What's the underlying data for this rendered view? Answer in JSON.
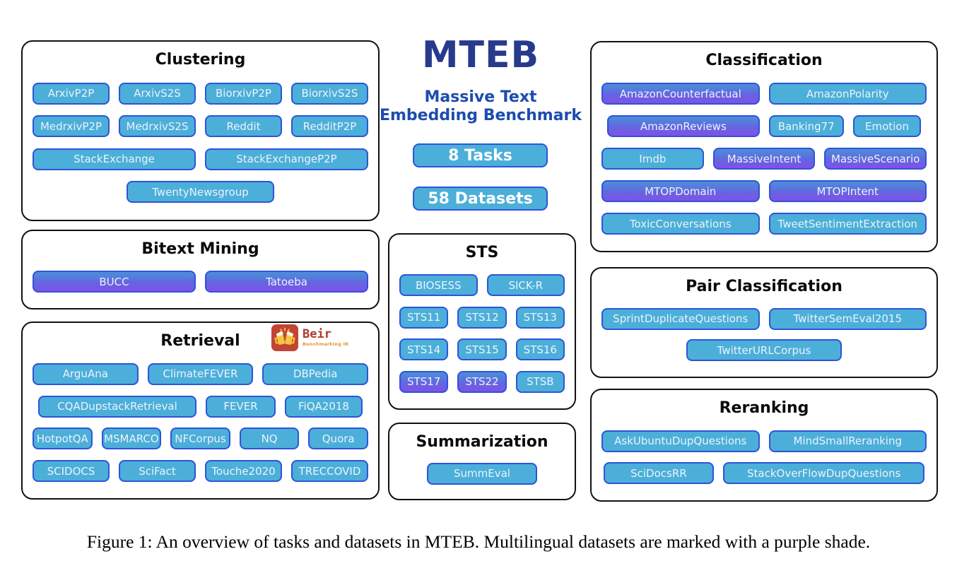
{
  "header": {
    "title": "MTEB",
    "subtitle_line1": "Massive Text",
    "subtitle_line2": "Embedding Benchmark",
    "stats": [
      {
        "label": "8 Tasks"
      },
      {
        "label": "58 Datasets"
      }
    ]
  },
  "colors": {
    "pill_blue": "#4BAFD9",
    "pill_border": "#2E54D8",
    "multilingual_gradient_top": "#4B8FD9",
    "multilingual_gradient_bottom": "#8250E8",
    "title_navy": "#283A8C",
    "subtitle_blue": "#1C4CAE",
    "box_border": "#111111",
    "beir_red": "#C24434",
    "beir_orange": "#E8923A"
  },
  "beir_logo": {
    "name": "Beir",
    "subtext": "Benchmarking IR"
  },
  "categories": [
    {
      "id": "clustering",
      "title": "Clustering",
      "rows": [
        [
          {
            "label": "ArxivP2P"
          },
          {
            "label": "ArxivS2S"
          },
          {
            "label": "BiorxivP2P"
          },
          {
            "label": "BiorxivS2S"
          }
        ],
        [
          {
            "label": "MedrxivP2P"
          },
          {
            "label": "MedrxivS2S"
          },
          {
            "label": "Reddit"
          },
          {
            "label": "RedditP2P"
          }
        ],
        [
          {
            "label": "StackExchange"
          },
          {
            "label": "StackExchangeP2P"
          }
        ],
        [
          {
            "label": "TwentyNewsgroup",
            "w": "44%"
          }
        ]
      ]
    },
    {
      "id": "bitext-mining",
      "title": "Bitext Mining",
      "rows": [
        [
          {
            "label": "BUCC",
            "multilingual": true
          },
          {
            "label": "Tatoeba",
            "multilingual": true
          }
        ]
      ]
    },
    {
      "id": "retrieval",
      "title": "Retrieval",
      "has_logo": true,
      "rows": [
        [
          {
            "label": "ArguAna"
          },
          {
            "label": "ClimateFEVER"
          },
          {
            "label": "DBPedia"
          }
        ],
        [
          {
            "label": "CQADupstackRetrieval",
            "w": "47%"
          },
          {
            "label": "FEVER",
            "w": "21%"
          },
          {
            "label": "FiQA2018",
            "w": "23%"
          }
        ],
        [
          {
            "label": "HotpotQA"
          },
          {
            "label": "MSMARCO"
          },
          {
            "label": "NFCorpus"
          },
          {
            "label": "NQ"
          },
          {
            "label": "Quora"
          }
        ],
        [
          {
            "label": "SCIDOCS"
          },
          {
            "label": "SciFact"
          },
          {
            "label": "Touche2020"
          },
          {
            "label": "TRECCOVID"
          }
        ]
      ]
    },
    {
      "id": "sts",
      "title": "STS",
      "rows": [
        [
          {
            "label": "BIOSESS"
          },
          {
            "label": "SICK-R"
          }
        ],
        [
          {
            "label": "STS11"
          },
          {
            "label": "STS12"
          },
          {
            "label": "STS13"
          }
        ],
        [
          {
            "label": "STS14"
          },
          {
            "label": "STS15"
          },
          {
            "label": "STS16"
          }
        ],
        [
          {
            "label": "STS17",
            "multilingual": true
          },
          {
            "label": "STS22",
            "multilingual": true
          },
          {
            "label": "STSB"
          }
        ]
      ]
    },
    {
      "id": "summarization",
      "title": "Summarization",
      "rows": [
        [
          {
            "label": "SummEval",
            "w": "67%"
          }
        ]
      ]
    },
    {
      "id": "classification",
      "title": "Classification",
      "rows": [
        [
          {
            "label": "AmazonCounterfactual",
            "multilingual": true
          },
          {
            "label": "AmazonPolarity"
          }
        ],
        [
          {
            "label": "AmazonReviews",
            "multilingual": true,
            "w": "47%"
          },
          {
            "label": "Banking77",
            "w": "23%"
          },
          {
            "label": "Emotion",
            "w": "21%"
          }
        ],
        [
          {
            "label": "Imdb"
          },
          {
            "label": "MassiveIntent",
            "multilingual": true
          },
          {
            "label": "MassiveScenario",
            "multilingual": true
          }
        ],
        [
          {
            "label": "MTOPDomain",
            "multilingual": true
          },
          {
            "label": "MTOPIntent",
            "multilingual": true
          }
        ],
        [
          {
            "label": "ToxicConversations"
          },
          {
            "label": "TweetSentimentExtraction"
          }
        ]
      ]
    },
    {
      "id": "pair-classification",
      "title": "Pair Classification",
      "rows": [
        [
          {
            "label": "SprintDuplicateQuestions"
          },
          {
            "label": "TwitterSemEval2015"
          }
        ],
        [
          {
            "label": "TwitterURLCorpus",
            "w": "48%"
          }
        ]
      ]
    },
    {
      "id": "reranking",
      "title": "Reranking",
      "rows": [
        [
          {
            "label": "AskUbuntuDupQuestions"
          },
          {
            "label": "MindSmallReranking"
          }
        ],
        [
          {
            "label": "SciDocsRR",
            "w": "34%"
          },
          {
            "label": "StackOverFlowDupQuestions",
            "w": "62%"
          }
        ]
      ]
    }
  ],
  "caption": "Figure 1: An overview of tasks and datasets in MTEB. Multilingual datasets are marked with a purple shade."
}
